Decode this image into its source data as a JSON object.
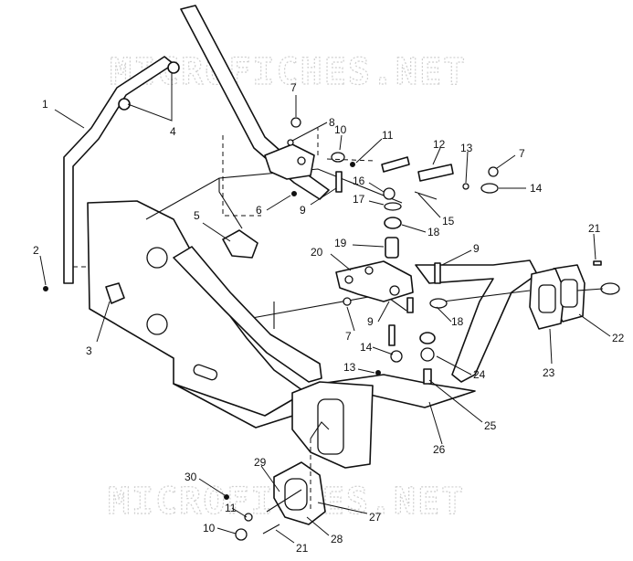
{
  "watermark": {
    "top": "MICROFICHES.NET",
    "bottom": "MICROFICHES.NET"
  },
  "callouts": {
    "c1": "1",
    "c2": "2",
    "c3": "3",
    "c4": "4",
    "c5": "5",
    "c6": "6",
    "c7a": "7",
    "c7b": "7",
    "c7c": "7",
    "c8": "8",
    "c9a": "9",
    "c9b": "9",
    "c9c": "9",
    "c10a": "10",
    "c10b": "10",
    "c11a": "11",
    "c11b": "11",
    "c12": "12",
    "c13a": "13",
    "c13b": "13",
    "c14a": "14",
    "c14b": "14",
    "c15": "15",
    "c16": "16",
    "c17": "17",
    "c18a": "18",
    "c18b": "18",
    "c19": "19",
    "c20": "20",
    "c21a": "21",
    "c21b": "21",
    "c22": "22",
    "c23": "23",
    "c24": "24",
    "c25": "25",
    "c26": "26",
    "c27": "27",
    "c28": "28",
    "c29": "29",
    "c30": "30"
  }
}
